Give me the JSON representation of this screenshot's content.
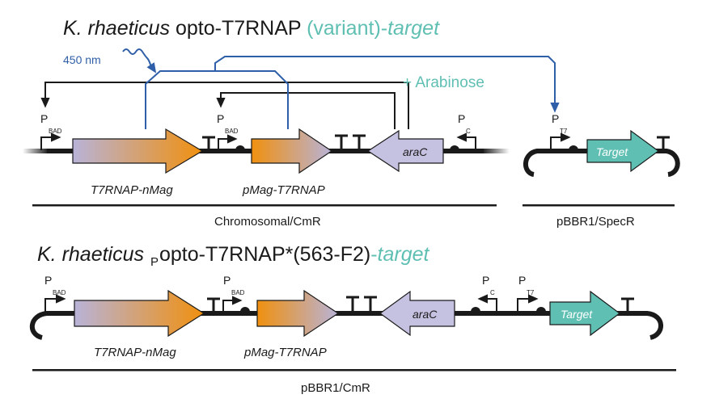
{
  "titles": {
    "top_species": "K. rhaeticus",
    "top_construct": " opto-T7RNAP ",
    "top_variant": "(variant)-",
    "top_target": "target",
    "bottom_species": "K. rhaeticus",
    "bottom_sub": "P",
    "bottom_construct": "opto-T7RNAP*(563-F2)",
    "bottom_dash": "-",
    "bottom_target": "target"
  },
  "light": {
    "label": "450 nm"
  },
  "inducer": {
    "label": "+ Arabinose"
  },
  "promoters": {
    "p": "P",
    "bad": "BAD",
    "c": "C",
    "t7": "T7"
  },
  "genes": {
    "t7rnap_nmag": "T7RNAP-nMag",
    "pmag_t7rnap": "pMag-T7RNAP",
    "arac": "araC",
    "target": "Target"
  },
  "backbones": {
    "chromosomal": "Chromosomal/CmR",
    "pbbr1_spec": "pBBR1/SpecR",
    "pbbr1_cm": "pBBR1/CmR"
  },
  "colors": {
    "orange": "#f0900f",
    "lavender": "#b8b3d8",
    "teal": "#5fbfb3",
    "blue": "#2f5fa8",
    "dark": "#1a1a1a"
  }
}
